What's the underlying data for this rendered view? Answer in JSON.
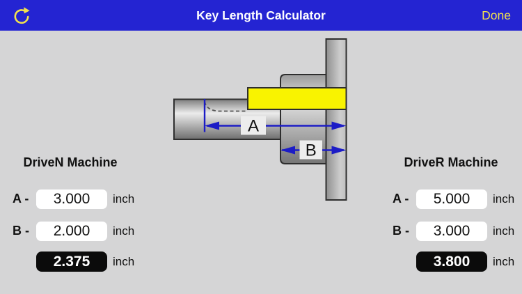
{
  "navbar": {
    "title": "Key Length Calculator",
    "done_label": "Done",
    "bg_color": "#2424d2",
    "accent_color": "#f2e14e"
  },
  "diagram": {
    "label_a": "A",
    "label_b": "B",
    "key_color": "#f9f300",
    "arrow_color": "#1c1cc6",
    "metal_color": "#b5b5b5"
  },
  "driven": {
    "title": "DriveN Machine",
    "rows": [
      {
        "label": "A -",
        "value": "3.000",
        "unit": "inch"
      },
      {
        "label": "B -",
        "value": "2.000",
        "unit": "inch"
      }
    ],
    "result": {
      "value": "2.375",
      "unit": "inch"
    }
  },
  "driver": {
    "title": "DriveR Machine",
    "rows": [
      {
        "label": "A -",
        "value": "5.000",
        "unit": "inch"
      },
      {
        "label": "B -",
        "value": "3.000",
        "unit": "inch"
      }
    ],
    "result": {
      "value": "3.800",
      "unit": "inch"
    }
  }
}
